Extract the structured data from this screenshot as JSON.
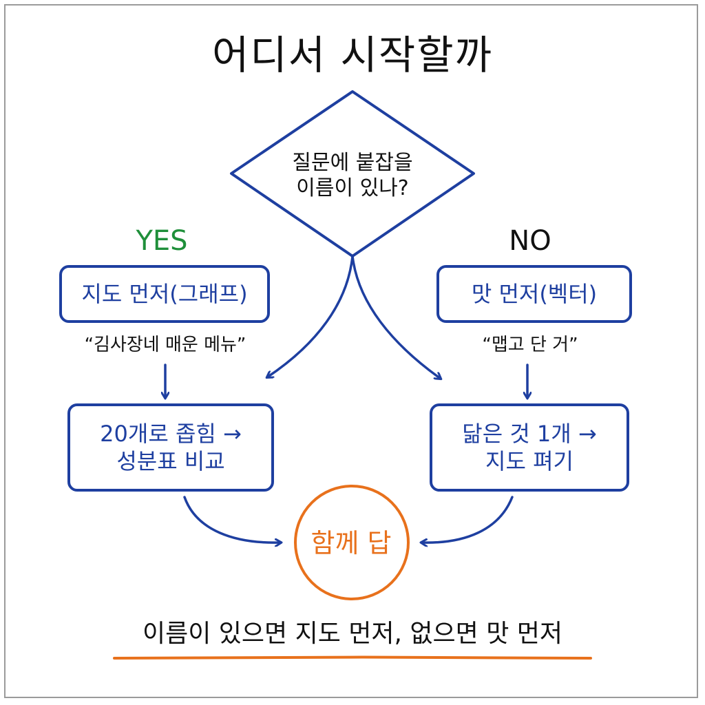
{
  "title": "어디서 시작할까",
  "decision": {
    "line1": "질문에 붙잡을",
    "line2": "이름이 있나?"
  },
  "branches": {
    "yes": {
      "label": "YES",
      "box1": "지도 먼저(그래프)",
      "quote": "“김사장네 매운 메뉴”",
      "box2_line1": "20개로 좁힘 →",
      "box2_line2": "성분표 비교"
    },
    "no": {
      "label": "NO",
      "box1": "맛 먼저(벡터)",
      "quote": "“맵고 단 거”",
      "box2_line1": "닮은 것 1개 →",
      "box2_line2": "지도 펴기"
    }
  },
  "answer": "함께 답",
  "footer": "이름이 있으면 지도 먼저, 없으면 맛 먼저",
  "colors": {
    "blue": "#1e3fa0",
    "green": "#1f8f3a",
    "orange": "#e8711c",
    "ink": "#111111"
  }
}
